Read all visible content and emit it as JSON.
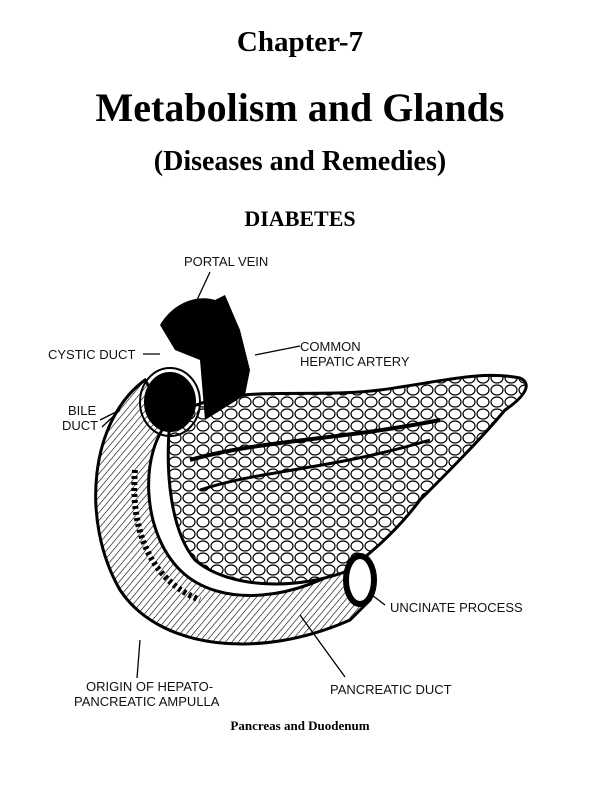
{
  "header": {
    "chapter": "Chapter-7",
    "title": "Metabolism and Glands",
    "subtitle": "(Diseases and Remedies)",
    "section": "DIABETES"
  },
  "figure": {
    "labels": {
      "portal_vein": "PORTAL VEIN",
      "cystic_duct": "CYSTIC DUCT",
      "common_hepatic_artery_1": "COMMON",
      "common_hepatic_artery_2": "HEPATIC ARTERY",
      "bile_duct_1": "BILE",
      "bile_duct_2": "DUCT",
      "uncinate_process": "UNCINATE PROCESS",
      "origin_1": "ORIGIN OF HEPATO-",
      "origin_2": "PANCREATIC AMPULLA",
      "pancreatic_duct": "PANCREATIC DUCT"
    },
    "caption": "Pancreas and Duodenum"
  }
}
